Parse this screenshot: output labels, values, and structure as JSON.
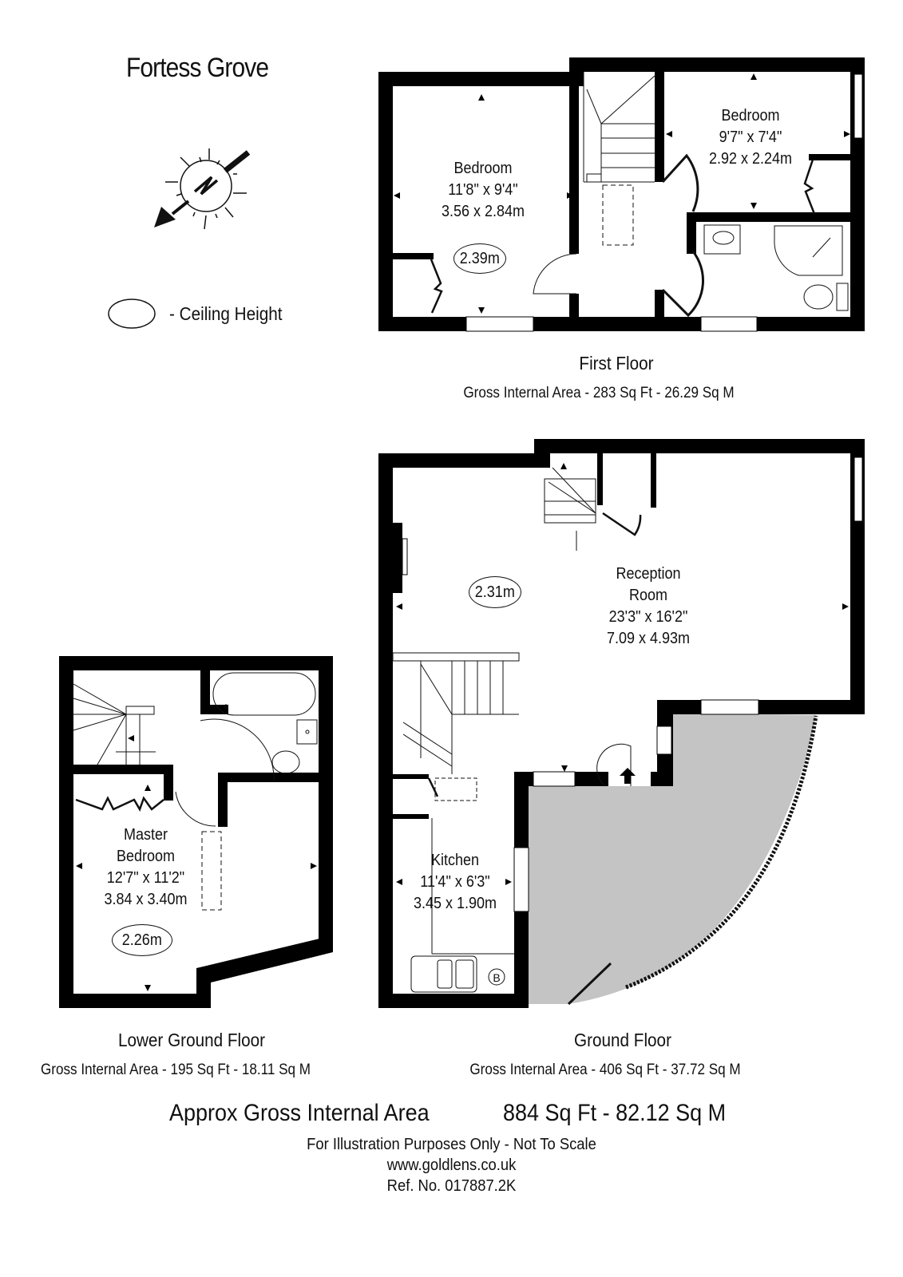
{
  "header": {
    "title": "Fortess Grove",
    "compass_icon": "north-compass-icon",
    "compass_letter": "N",
    "legend_label": "- Ceiling Height"
  },
  "floors": {
    "first": {
      "name": "First Floor",
      "gia": "Gross Internal Area - 283 Sq Ft  -  26.29 Sq M",
      "rooms": [
        {
          "name": "Bedroom",
          "imperial": "11'8\" x 9'4\"",
          "metric": "3.56 x 2.84m",
          "ceiling": "2.39m"
        },
        {
          "name": "Bedroom",
          "imperial": "9'7\" x 7'4\"",
          "metric": "2.92 x 2.24m"
        }
      ]
    },
    "ground": {
      "name": "Ground Floor",
      "gia": "Gross Internal Area - 406 Sq Ft  -  37.72 Sq M",
      "rooms": [
        {
          "name_line1": "Reception",
          "name_line2": "Room",
          "imperial": "23'3\" x 16'2\"",
          "metric": "7.09 x 4.93m",
          "ceiling": "2.31m"
        },
        {
          "name": "Kitchen",
          "imperial": "11'4\" x 6'3\"",
          "metric": "3.45 x 1.90m",
          "boiler": "B"
        }
      ]
    },
    "lower_ground": {
      "name": "Lower Ground Floor",
      "gia": "Gross Internal Area - 195 Sq Ft  -  18.11 Sq M",
      "rooms": [
        {
          "name_line1": "Master",
          "name_line2": "Bedroom",
          "imperial": "12'7\" x 11'2\"",
          "metric": "3.84 x 3.40m",
          "ceiling": "2.26m"
        }
      ]
    }
  },
  "footer": {
    "total_label": "Approx Gross Internal Area",
    "total_value": "884 Sq Ft  -  82.12 Sq M",
    "disclaimer": "For Illustration Purposes Only - Not To Scale",
    "website": "www.goldlens.co.uk",
    "reference": "Ref. No. 017887.2K"
  },
  "colors": {
    "wall": "#000000",
    "patio_fill": "#c4c4c4",
    "text": "#111111"
  }
}
